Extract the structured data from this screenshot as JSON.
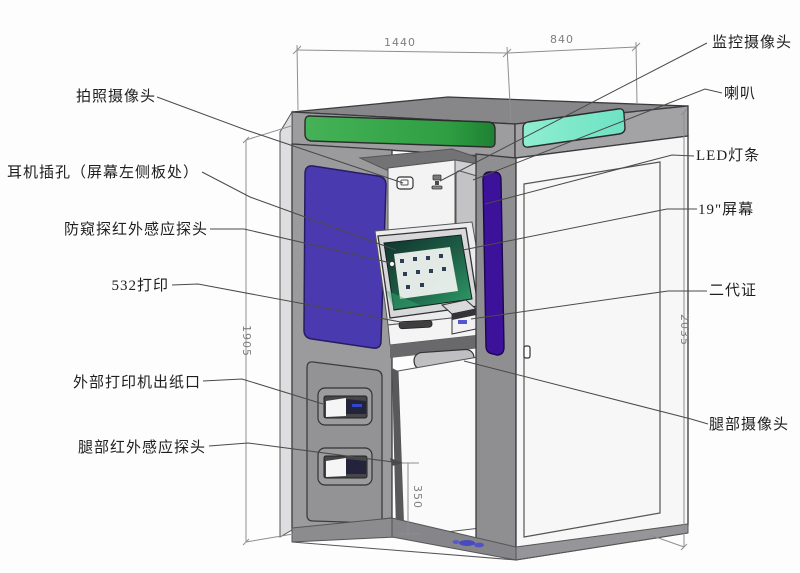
{
  "diagram": {
    "labels_left": [
      {
        "text": "拍照摄像头"
      },
      {
        "text": "耳机插孔（屏幕左侧板处）"
      },
      {
        "text": "防窥探红外感应探头"
      },
      {
        "text": "532打印"
      },
      {
        "text": "外部打印机出纸口"
      },
      {
        "text": "腿部红外感应探头"
      }
    ],
    "labels_right": [
      {
        "text": "监控摄像头"
      },
      {
        "text": "喇叭"
      },
      {
        "text": "LED灯条"
      },
      {
        "text": "19\"屏幕"
      },
      {
        "text": "二代证"
      },
      {
        "text": "腿部摄像头"
      }
    ],
    "dimensions": {
      "top_width": "1440",
      "top_depth": "840",
      "left_height": "1905",
      "right_height": "2035",
      "sensor_height": "350"
    },
    "colors": {
      "front_light_panel": "#3aa74c",
      "side_light_panel": "#7fe9cb",
      "side_screen_panel": "#4a3ab0",
      "led_light_bar": "#3c129b",
      "cabinet_gray": "#9b9b9d",
      "touchscreen_teal": "#1d5c46"
    }
  }
}
